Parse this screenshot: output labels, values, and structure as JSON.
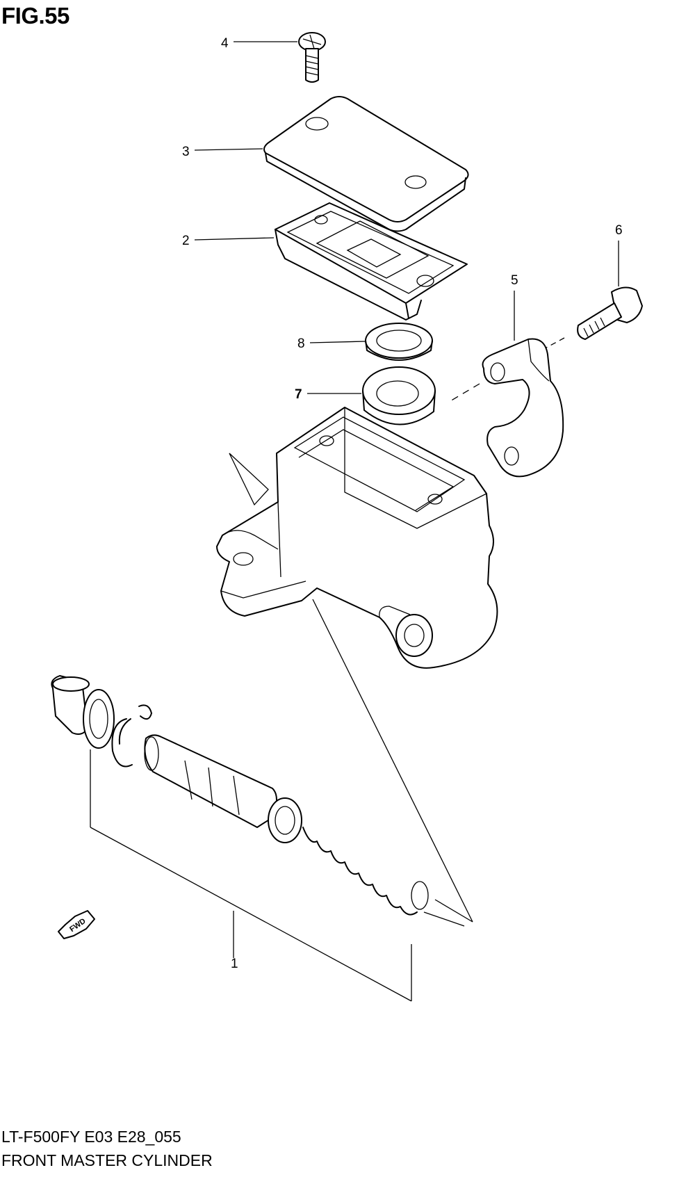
{
  "figure": {
    "title": "FIG.55",
    "model_code": "LT-F500FY E03 E28_055",
    "name": "FRONT MASTER CYLINDER"
  },
  "callouts": [
    {
      "number": "1",
      "part": "master-cylinder-piston-set"
    },
    {
      "number": "2",
      "part": "reservoir-diaphragm-plate"
    },
    {
      "number": "3",
      "part": "reservoir-cap"
    },
    {
      "number": "4",
      "part": "cap-screw"
    },
    {
      "number": "5",
      "part": "holder-clamp"
    },
    {
      "number": "6",
      "part": "clamp-bolt"
    },
    {
      "number": "7",
      "part": "reservoir-diaphragm-boot"
    },
    {
      "number": "8",
      "part": "ring-seal"
    }
  ],
  "fwd_indicator": "FWD"
}
